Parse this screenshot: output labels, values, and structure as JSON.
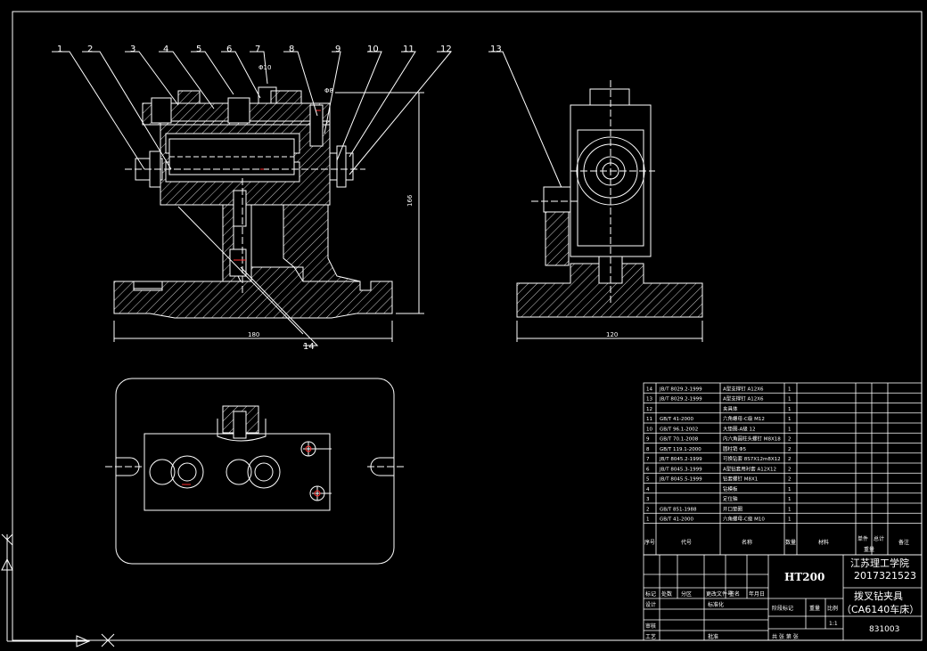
{
  "callouts": [
    "1",
    "2",
    "3",
    "4",
    "5",
    "6",
    "7",
    "8",
    "9",
    "10",
    "11",
    "12",
    "13",
    "14"
  ],
  "dimensions": {
    "front_height": "166",
    "front_width": "180",
    "side_width": "120",
    "small_a": "Φ10",
    "small_b": "Φ8"
  },
  "bom_rows": [
    {
      "no": "14",
      "code": "JB/T 8029.2-1999",
      "name": "A型支撑钉 A12X6",
      "qty": "1"
    },
    {
      "no": "13",
      "code": "JB/T 8029.2-1999",
      "name": "A型支撑钉 A12X6",
      "qty": "1"
    },
    {
      "no": "12",
      "code": "",
      "name": "夹具体",
      "qty": "1"
    },
    {
      "no": "11",
      "code": "GB/T 41-2000",
      "name": "六角螺母-C级 M12",
      "qty": "1"
    },
    {
      "no": "10",
      "code": "GB/T 96.1-2002",
      "name": "大垫圈-A级 12",
      "qty": "1"
    },
    {
      "no": "9",
      "code": "GB/T 70.1-2008",
      "name": "内六角圆柱头螺钉 M8X18",
      "qty": "2"
    },
    {
      "no": "8",
      "code": "GB/T 119.1-2000",
      "name": "圆柱销 Φ5",
      "qty": "2"
    },
    {
      "no": "7",
      "code": "JB/T 8045.2-1999",
      "name": "可换钻套 8S7X12m8X12",
      "qty": "2"
    },
    {
      "no": "6",
      "code": "JB/T 8045.3-1999",
      "name": "A型钻套用衬套 A12X12",
      "qty": "2"
    },
    {
      "no": "5",
      "code": "JB/T 8045.5-1999",
      "name": "钻套螺钉 M8X1",
      "qty": "2"
    },
    {
      "no": "4",
      "code": "",
      "name": "钻模板",
      "qty": "1"
    },
    {
      "no": "3",
      "code": "",
      "name": "定位轴",
      "qty": "1"
    },
    {
      "no": "2",
      "code": "GB/T 851-1988",
      "name": "开口垫圈",
      "qty": "1"
    },
    {
      "no": "1",
      "code": "GB/T 41-2000",
      "name": "六角螺母-C级 M10",
      "qty": "1"
    }
  ],
  "bom_header": {
    "no": "序号",
    "code": "代号",
    "name": "名称",
    "qty": "数量",
    "material": "材料",
    "unit_w": "单件",
    "total_w": "总计",
    "weight": "重量",
    "note": "备注"
  },
  "title_block": {
    "material": "HT200",
    "school": "江苏理工学院",
    "student_id": "2017321523",
    "drawing_name": "拨叉钻夹具",
    "machine": "（CA6140车床）",
    "drawing_no": "831003",
    "scale": "1:1",
    "row_labels": [
      "标记",
      "处数",
      "分区",
      "更改文件号",
      "签名",
      "年月日"
    ],
    "design": "设计",
    "standard": "标准化",
    "review": "审核",
    "process": "工艺",
    "approve": "批准",
    "stage": "阶段标记",
    "weight": "重量",
    "ratio": "比例",
    "sheets": "共 张 第 张"
  },
  "colors": {
    "line": "#ffffff",
    "hatch": "#ffffff",
    "red": "#ff2a2a",
    "bg": "#000000"
  }
}
